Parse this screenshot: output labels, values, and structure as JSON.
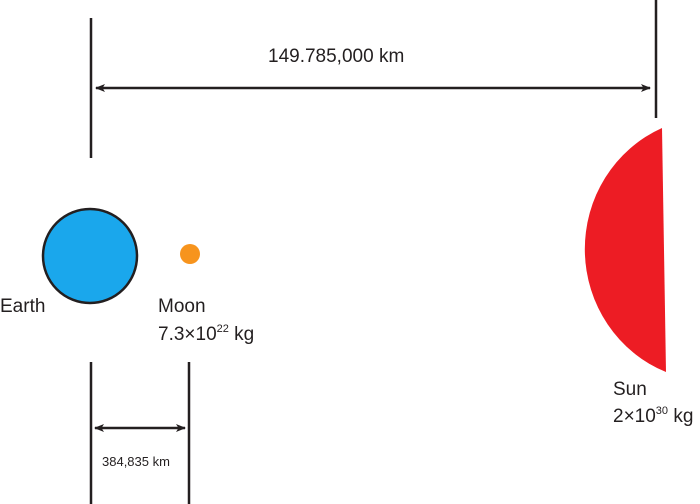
{
  "distances": {
    "earth_sun": "149.785,000 km",
    "earth_moon": "384,835 km"
  },
  "bodies": {
    "earth": {
      "label": "Earth",
      "color": "#1aa7ec"
    },
    "moon": {
      "label": "Moon",
      "mass_base": "7.3×10",
      "mass_exp": "22",
      "mass_unit": " kg",
      "color": "#f7941d"
    },
    "sun": {
      "label": "Sun",
      "mass_base": "2×10",
      "mass_exp": "30",
      "mass_unit": " kg",
      "color": "#ed1c24"
    }
  },
  "colors": {
    "line": "#231f20"
  }
}
